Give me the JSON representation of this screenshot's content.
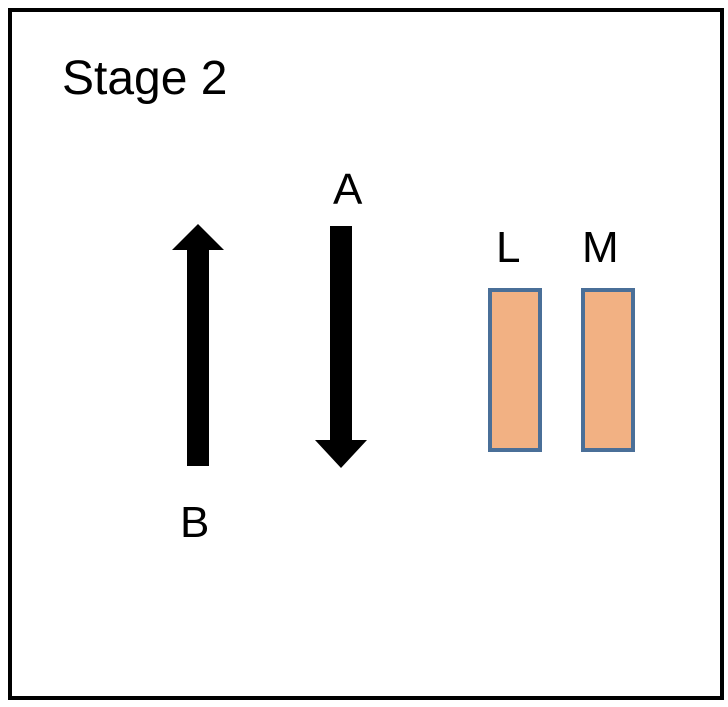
{
  "title": "Stage 2",
  "arrows": {
    "a": {
      "label": "A",
      "direction": "down"
    },
    "b": {
      "label": "B",
      "direction": "up"
    }
  },
  "bars": {
    "l": {
      "label": "L"
    },
    "m": {
      "label": "M"
    }
  },
  "colors": {
    "arrow": "#000000",
    "bar_fill": "#f2b183",
    "bar_border": "#4a6f98",
    "frame": "#000000"
  },
  "icons": {
    "arrow_up": "arrow-up-icon",
    "arrow_down": "arrow-down-icon"
  }
}
